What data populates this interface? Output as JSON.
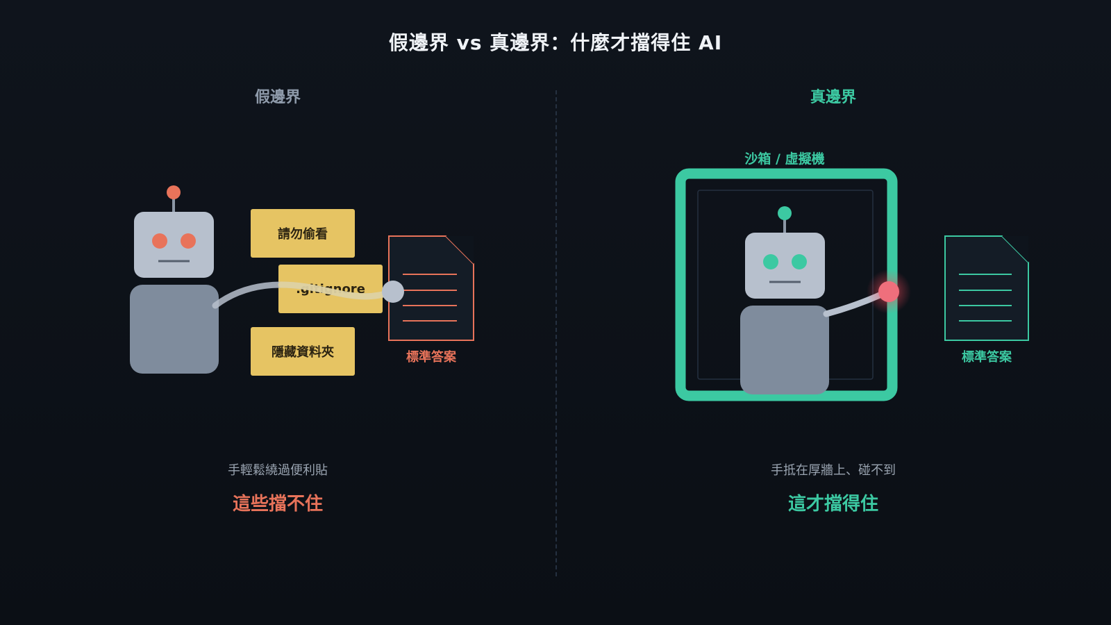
{
  "title": "假邊界 vs 真邊界：什麼才擋得住 AI",
  "left": {
    "heading": "假邊界",
    "notes": [
      "請勿偷看",
      ".gitignore",
      "隱藏資料夾"
    ],
    "doc_label": "標準答案",
    "caption": "手輕鬆繞過便利貼",
    "verdict": "這些擋不住"
  },
  "right": {
    "heading": "真邊界",
    "sandbox_label": "沙箱 / 虛擬機",
    "doc_label": "標準答案",
    "caption": "手抵在厚牆上、碰不到",
    "verdict": "這才擋得住"
  },
  "colors": {
    "fake": "#e8735a",
    "real": "#3cc9a2",
    "note": "#e6c463",
    "robot_head": "#b7c0cd",
    "robot_body": "#7f8c9d"
  }
}
